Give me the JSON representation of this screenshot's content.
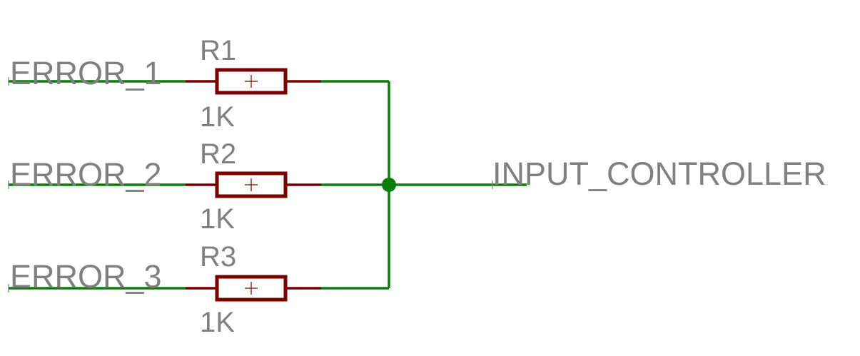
{
  "nets": {
    "input_1": "ERROR_1",
    "input_2": "ERROR_2",
    "input_3": "ERROR_3",
    "output": "INPUT_CONTROLLER"
  },
  "resistors": [
    {
      "ref": "R1",
      "value": "1K"
    },
    {
      "ref": "R2",
      "value": "1K"
    },
    {
      "ref": "R3",
      "value": "1K"
    }
  ],
  "colors": {
    "wire": "#0a7d0a",
    "resistor": "#7a0000",
    "label": "#808080",
    "background": "#ffffff"
  }
}
